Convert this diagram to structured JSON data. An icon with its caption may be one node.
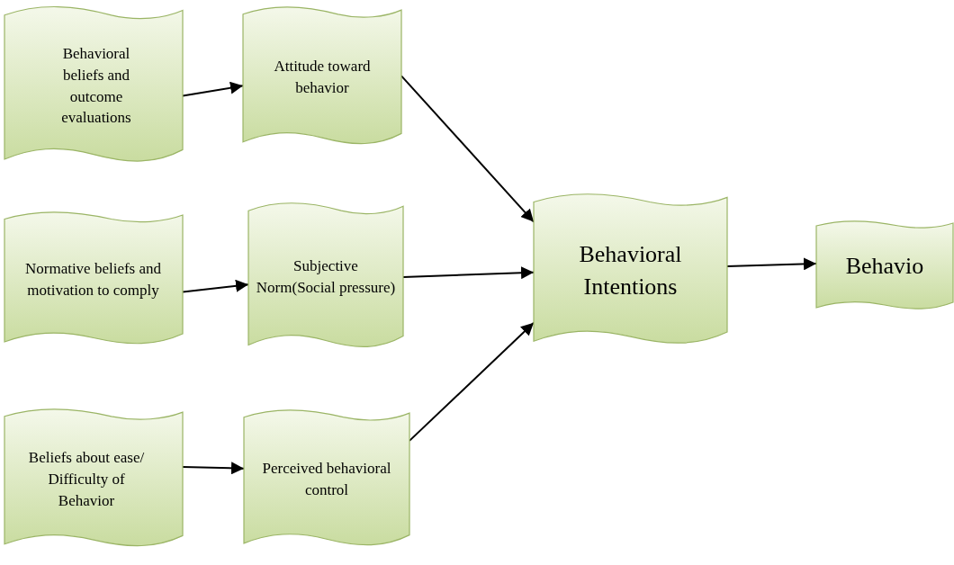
{
  "diagram": {
    "nodes": [
      {
        "text": [
          "Behavioral beliefs and outcome evaluations"
        ]
      },
      {
        "text": [
          "Attitude toward behavior"
        ]
      },
      {
        "text": [
          "Normative beliefs and motivation to comply"
        ]
      },
      {
        "text": [
          "Subjective Norm(Social pressure)"
        ]
      },
      {
        "text": [
          "Beliefs about ease/ Difficulty of Behavior"
        ]
      },
      {
        "text": [
          "Perceived behavioral control"
        ]
      },
      {
        "text": [
          "Behavioral Intentions"
        ]
      },
      {
        "text": [
          "Behavio"
        ]
      }
    ],
    "edges": [
      {
        "from": 0,
        "to": 1,
        "arrow": "to"
      },
      {
        "from": 2,
        "to": 3,
        "arrow": "to"
      },
      {
        "from": 4,
        "to": 5,
        "arrow": "to"
      },
      {
        "from": 1,
        "to": 6,
        "arrow": "to"
      },
      {
        "from": 3,
        "to": 6,
        "arrow": "to"
      },
      {
        "from": 5,
        "to": 6,
        "arrow": "to"
      },
      {
        "from": 6,
        "to": 7,
        "arrow": "to"
      }
    ]
  }
}
